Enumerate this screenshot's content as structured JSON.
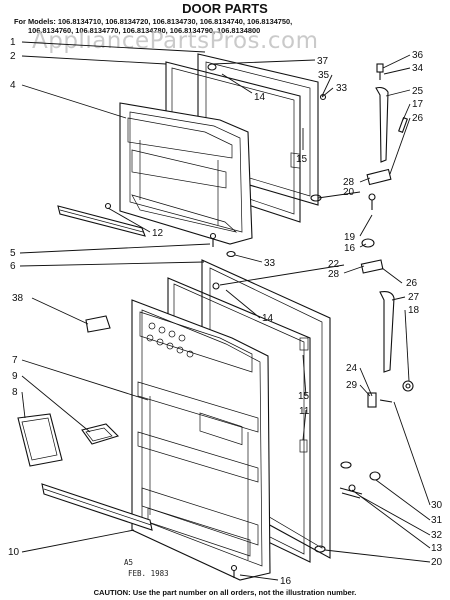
{
  "title": "DOOR PARTS",
  "models_line1": "For Models: 106.8134710, 106.8134720, 106.8134730, 106.8134740, 106.8134750,",
  "models_line2": "106.8134760, 106.8134770, 106.8134780, 106.8134790, 106.8134800",
  "watermark": "AppliancePartsPros.com",
  "stamp_line1": "A5",
  "stamp_line2": "FEB. 1983",
  "caution": "CAUTION: Use the part number on all orders, not the illustration number.",
  "callouts": [
    {
      "id": "c-1-top",
      "label": "1"
    },
    {
      "id": "c-2-top",
      "label": "2"
    },
    {
      "id": "c-4",
      "label": "4"
    },
    {
      "id": "c-14-top",
      "label": "14"
    },
    {
      "id": "c-37",
      "label": "37"
    },
    {
      "id": "c-35",
      "label": "35"
    },
    {
      "id": "c-33-top",
      "label": "33"
    },
    {
      "id": "c-36",
      "label": "36"
    },
    {
      "id": "c-34",
      "label": "34"
    },
    {
      "id": "c-25",
      "label": "25"
    },
    {
      "id": "c-17",
      "label": "17"
    },
    {
      "id": "c-26-top",
      "label": "26"
    },
    {
      "id": "c-15-top",
      "label": "15"
    },
    {
      "id": "c-28-top",
      "label": "28"
    },
    {
      "id": "c-20-top",
      "label": "20"
    },
    {
      "id": "c-12",
      "label": "12"
    },
    {
      "id": "c-19",
      "label": "19"
    },
    {
      "id": "c-16-mid",
      "label": "16"
    },
    {
      "id": "c-5",
      "label": "5"
    },
    {
      "id": "c-6",
      "label": "6"
    },
    {
      "id": "c-33-mid",
      "label": "33"
    },
    {
      "id": "c-22",
      "label": "22"
    },
    {
      "id": "c-28-mid",
      "label": "28"
    },
    {
      "id": "c-26-mid",
      "label": "26"
    },
    {
      "id": "c-27",
      "label": "27"
    },
    {
      "id": "c-18",
      "label": "18"
    },
    {
      "id": "c-38",
      "label": "38"
    },
    {
      "id": "c-14-mid",
      "label": "14"
    },
    {
      "id": "c-7",
      "label": "7"
    },
    {
      "id": "c-9",
      "label": "9"
    },
    {
      "id": "c-8",
      "label": "8"
    },
    {
      "id": "c-24",
      "label": "24"
    },
    {
      "id": "c-29",
      "label": "29"
    },
    {
      "id": "c-15-mid",
      "label": "15"
    },
    {
      "id": "c-11",
      "label": "11"
    },
    {
      "id": "c-30",
      "label": "30"
    },
    {
      "id": "c-31",
      "label": "31"
    },
    {
      "id": "c-32",
      "label": "32"
    },
    {
      "id": "c-13",
      "label": "13"
    },
    {
      "id": "c-20-bot",
      "label": "20"
    },
    {
      "id": "c-10",
      "label": "10"
    },
    {
      "id": "c-16-bot",
      "label": "16"
    }
  ]
}
